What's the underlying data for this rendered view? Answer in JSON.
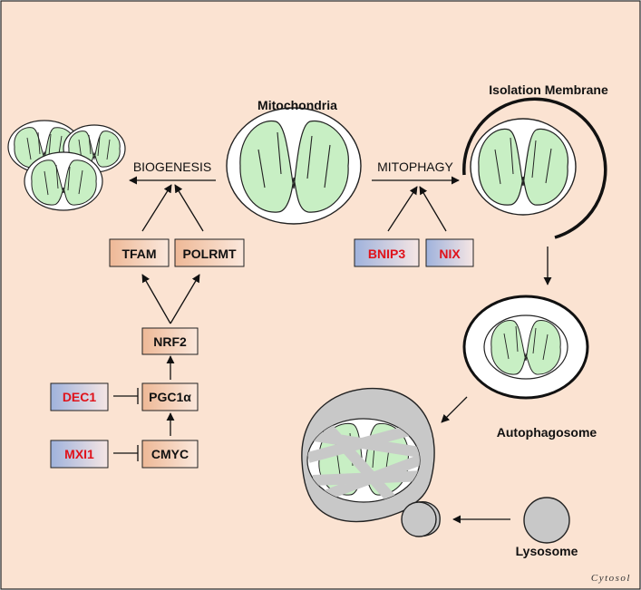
{
  "colors": {
    "background": "#fbe3d2",
    "mito_fill": "#c8efc4",
    "tan_box": "#f0c4a6",
    "blue_box": "#a6b7dd",
    "red_text": "#e0121a",
    "lysosome": "#c8c8c8"
  },
  "labels": {
    "mitochondria": "Mitochondria",
    "isolation_membrane": "Isolation Membrane",
    "biogenesis": "BIOGENESIS",
    "mitophagy": "MITOPHAGY",
    "autophagosome": "Autophagosome",
    "lysosome": "Lysosome",
    "cytosol": "Cytosol"
  },
  "genes": {
    "tfam": "TFAM",
    "polrmt": "POLRMT",
    "nrf2": "NRF2",
    "pgc1a": "PGC1α",
    "cmyc": "CMYC",
    "dec1": "DEC1",
    "mxi1": "MXI1",
    "bnip3": "BNIP3",
    "nix": "NIX"
  }
}
